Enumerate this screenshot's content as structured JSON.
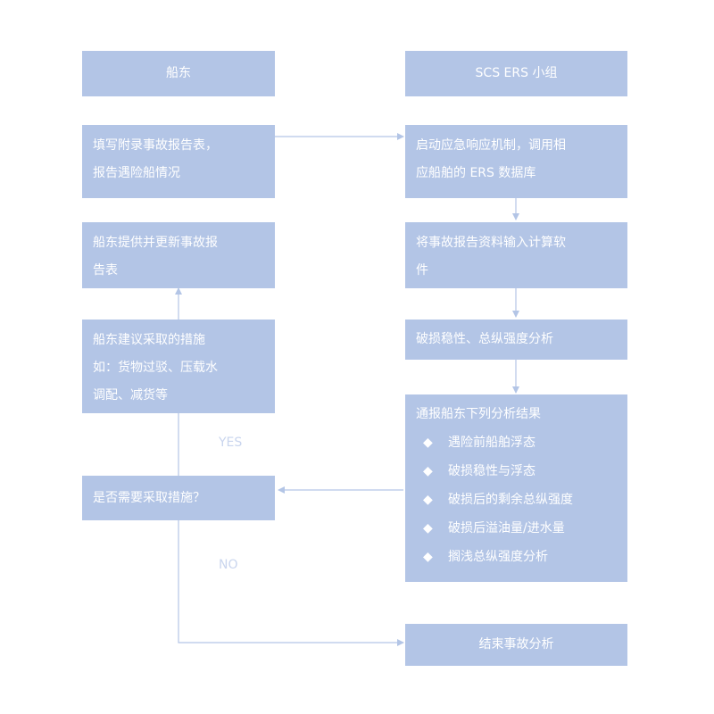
{
  "left_header": "船东",
  "right_header": "SCS ERS 小组",
  "left_boxes": {
    "report_form": [
      "填写附录事故报告表，",
      "报告遇险船情况"
    ],
    "update_report": [
      "船东提供并更新事故报",
      "告表"
    ],
    "suggest_measures": [
      "船东建议采取的措施",
      "如：货物过驳、压载水",
      "调配、减货等"
    ],
    "decision": "是否需要采取措施？"
  },
  "right_boxes": {
    "start_response": [
      "启动应急响应机制，调用相",
      "应船舶的 ERS 数据库"
    ],
    "input_software": [
      "将事故报告资料输入计算软",
      "件"
    ],
    "damage_analysis": "破损稳性、总纵强度分析",
    "notify_results": {
      "title": "通报船东下列分析结果",
      "items": [
        "遇险前船舶浮态",
        "破损稳性与浮态",
        "破损后的剩余总纵强度",
        "破损后溢油量/进水量",
        "搁浅总纵强度分析"
      ],
      "bullet": "◆"
    },
    "end_analysis": "结束事故分析"
  },
  "labels": {
    "yes": "YES",
    "no": "NO"
  },
  "colors": {
    "box_fill": "#b3c5e6",
    "box_text": "#ffffff",
    "connector": "#b3c5e6"
  }
}
